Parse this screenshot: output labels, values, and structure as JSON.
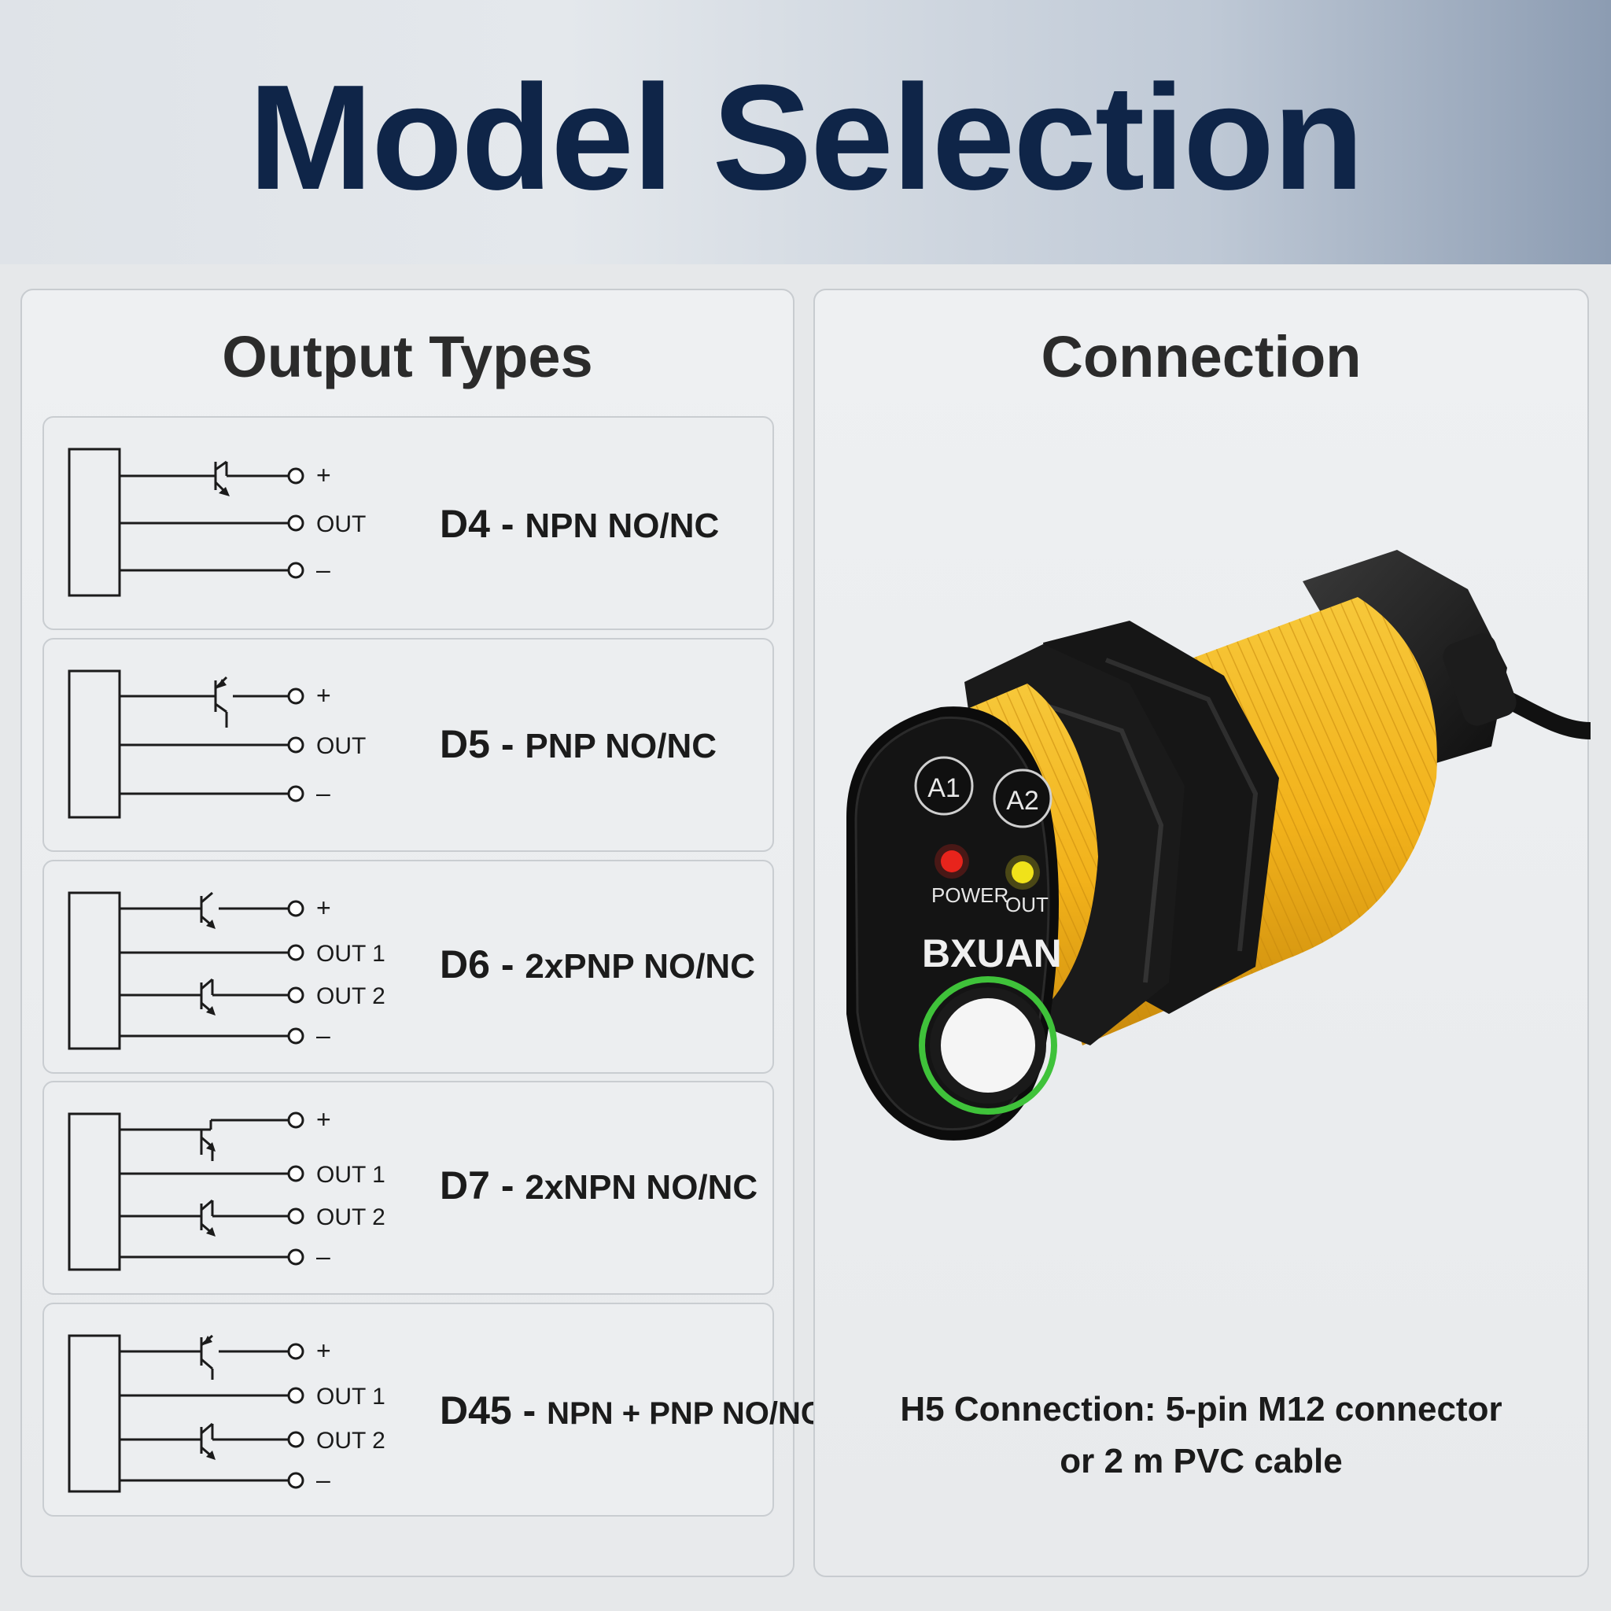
{
  "title": "Model Selection",
  "output_types": {
    "heading": "Output Types",
    "items": [
      {
        "code": "D4",
        "sep": " - ",
        "desc": "NPN NO/NC",
        "terminals": [
          "+",
          "OUT",
          "–"
        ]
      },
      {
        "code": "D5",
        "sep": " - ",
        "desc": "PNP NO/NC",
        "terminals": [
          "+",
          "OUT",
          "–"
        ]
      },
      {
        "code": "D6",
        "sep": " - ",
        "desc": "2xPNP NO/NC",
        "terminals": [
          "+",
          "OUT 1",
          "OUT 2",
          "–"
        ]
      },
      {
        "code": "D7",
        "sep": " - ",
        "desc": "2xNPN NO/NC",
        "terminals": [
          "+",
          "OUT 1",
          "OUT 2",
          "–"
        ]
      },
      {
        "code": "D45",
        "sep": " - ",
        "desc": "NPN + PNP NO/NC",
        "terminals": [
          "+",
          "OUT 1",
          "OUT 2",
          "–"
        ]
      }
    ]
  },
  "connection": {
    "heading": "Connection",
    "note_line1": "H5 Connection: 5-pin M12 connector",
    "note_line2": "or 2 m PVC cable"
  },
  "sensor": {
    "button_a1": "A1",
    "button_a2": "A2",
    "led_power_label": "POWER",
    "led_out_label": "OUT",
    "brand": "BXUAN",
    "body_color": "#f2b21b",
    "face_color": "#141414",
    "ring_color": "#3fc23a",
    "led_power_color": "#e8241c",
    "led_out_color": "#f1e21a"
  }
}
